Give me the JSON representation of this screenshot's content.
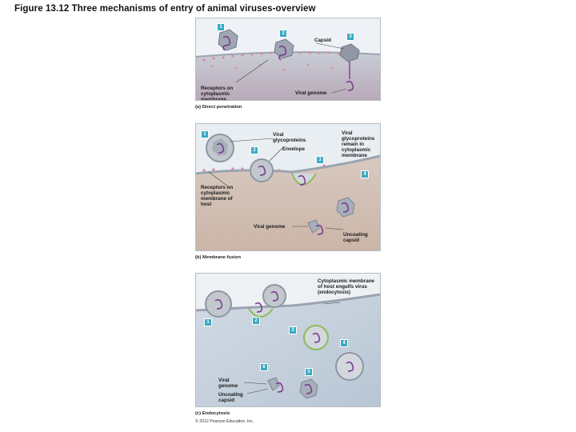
{
  "figure": {
    "title": "Figure 13.12 Three mechanisms of entry of animal viruses-overview",
    "copyright": "© 2012 Pearson Education, Inc."
  },
  "panel_a": {
    "caption": "(a) Direct penetration",
    "steps": [
      "1",
      "2",
      "3"
    ],
    "labels": {
      "capsid": "Capsid",
      "receptors": "Receptors on cytoplasmic membrane",
      "viral_genome": "Viral genome"
    }
  },
  "panel_b": {
    "caption": "(b) Membrane fusion",
    "steps": [
      "1",
      "2",
      "3",
      "4"
    ],
    "labels": {
      "viral_glycoproteins": "Viral glycoproteins",
      "envelope": "Envelope",
      "glycoproteins_remain": "Viral glycoproteins remain in cytoplasmic membrane",
      "receptors": "Receptors on cytoplasmic membrane of host",
      "viral_genome": "Viral genome",
      "uncoating": "Uncoating capsid"
    }
  },
  "panel_c": {
    "caption": "(c) Endocytosis",
    "steps": [
      "1",
      "2",
      "3",
      "4",
      "5",
      "6"
    ],
    "labels": {
      "engulfs": "Cytoplasmic membrane of host engulfs virus (endocytosis)",
      "viral_genome": "Viral genome",
      "uncoating": "Uncoating capsid"
    }
  }
}
